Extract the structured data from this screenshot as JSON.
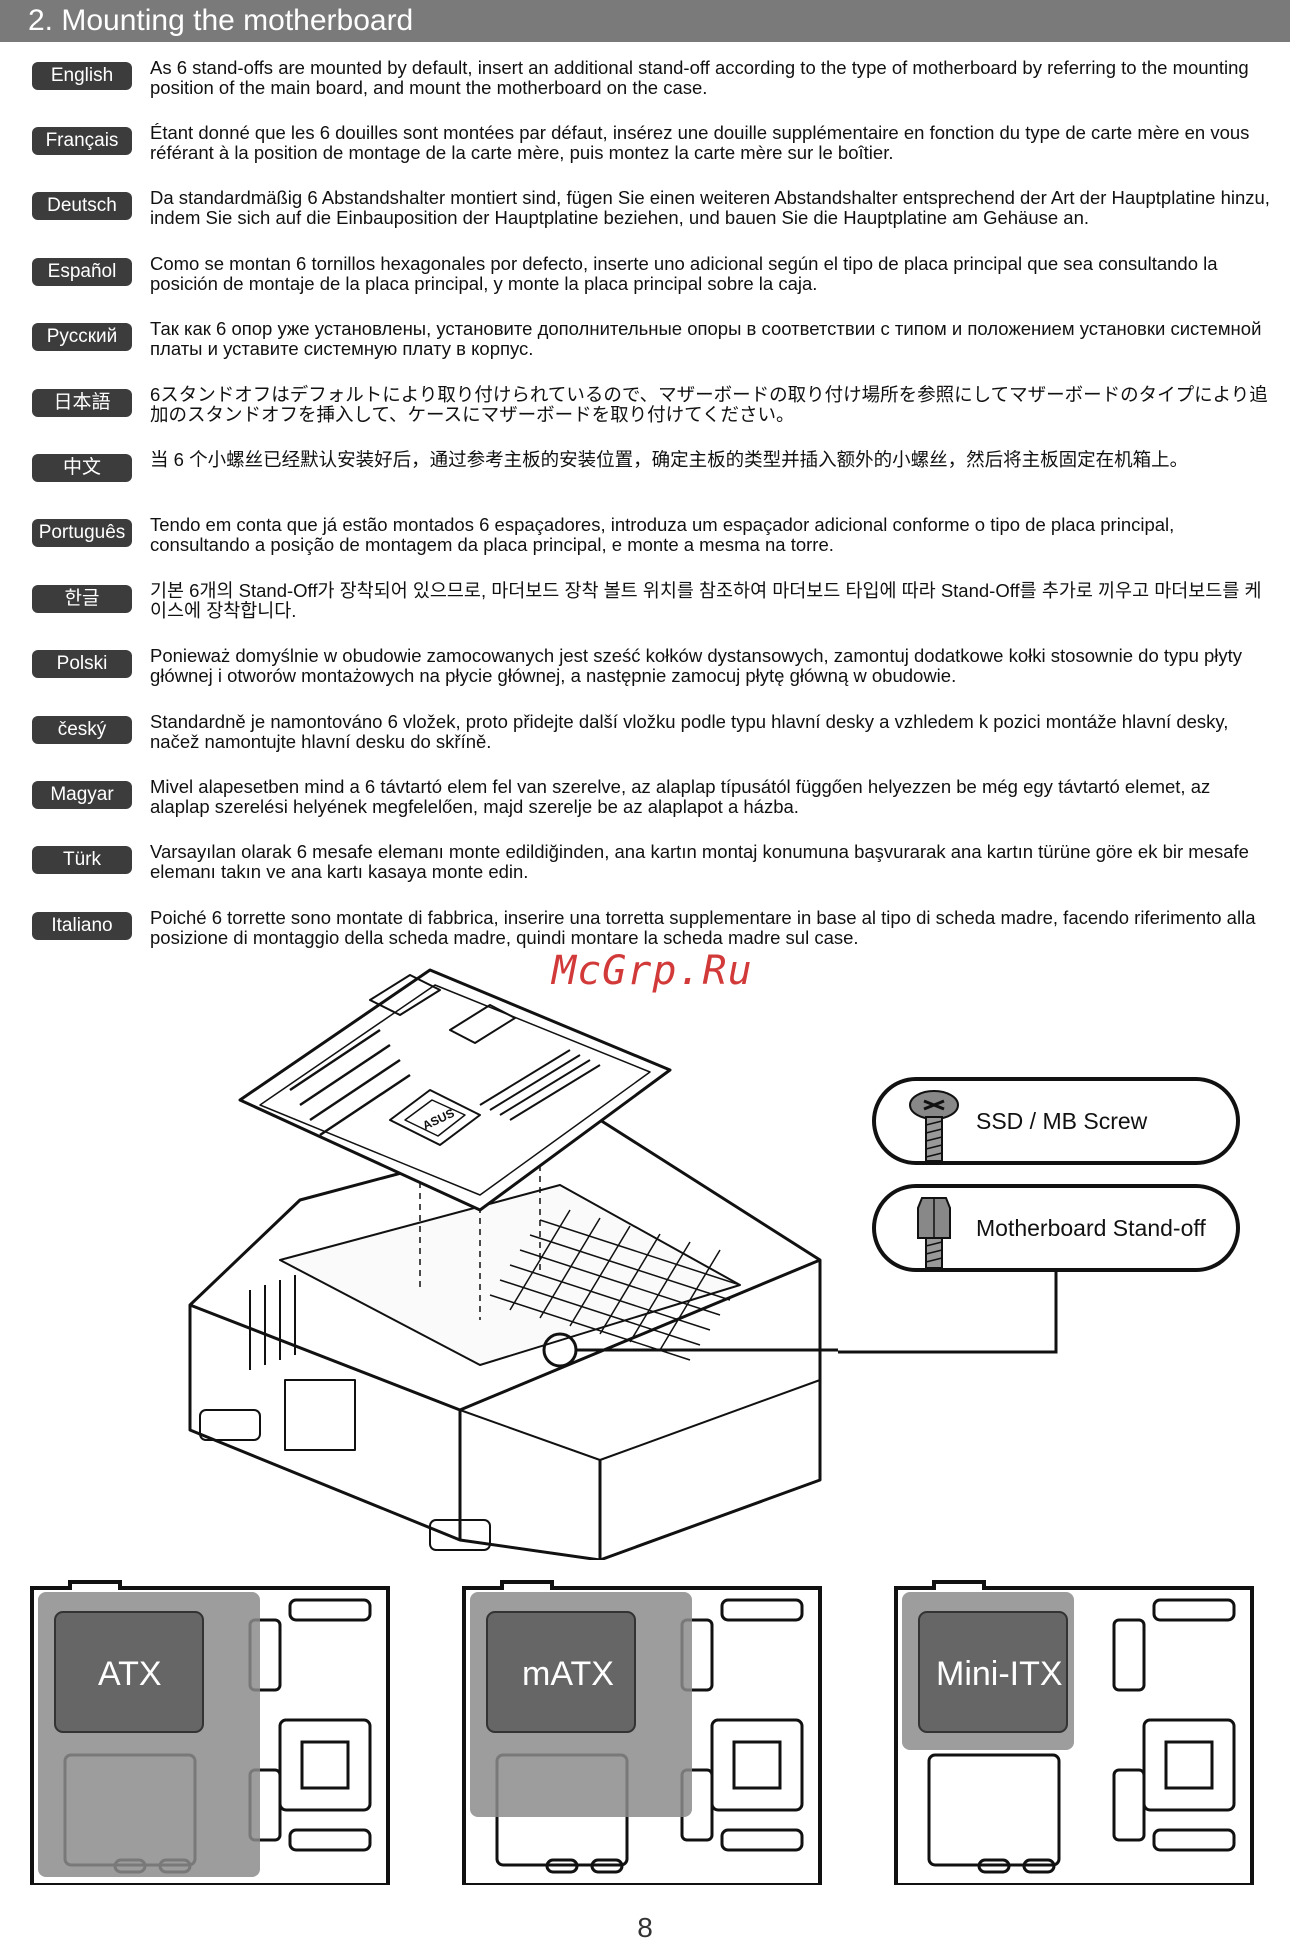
{
  "header": {
    "title": "2. Mounting the motherboard"
  },
  "languages": [
    {
      "label": "English",
      "text": "As 6 stand-offs are mounted by default, insert an additional stand-off according to the type of motherboard by referring to the mounting position of the main board, and mount the motherboard on the case."
    },
    {
      "label": "Français",
      "text": "Étant donné que les 6 douilles sont montées par défaut, insérez une douille supplémentaire en fonction du type de carte mère en vous référant à la position de montage de la carte mère, puis montez la carte mère sur le boîtier."
    },
    {
      "label": "Deutsch",
      "text": "Da standardmäßig 6 Abstandshalter montiert sind, fügen Sie einen weiteren Abstandshalter entsprechend der Art der Hauptplatine hinzu, indem Sie sich auf die Einbauposition der Hauptplatine beziehen, und bauen Sie die Hauptplatine am Gehäuse an."
    },
    {
      "label": "Español",
      "text": "Como se montan 6 tornillos hexagonales por defecto, inserte uno adicional según el tipo de placa principal que sea consultando la posición de montaje de la placa principal, y monte la placa principal sobre la caja."
    },
    {
      "label": "Русский",
      "text": "Так как 6 опор уже установлены, установите дополнительные опоры в соответствии с типом и положением установки системной платы и уставите системную плату в корпус."
    },
    {
      "label": "日本語",
      "text": "6スタンドオフはデフォルトにより取り付けられているので、マザーボードの取り付け場所を参照にしてマザーボードのタイプにより追加のスタンドオフを挿入して、ケースにマザーボードを取り付けてください。"
    },
    {
      "label": "中文",
      "text": "当 6 个小螺丝已经默认安装好后，通过参考主板的安装位置，确定主板的类型并插入额外的小螺丝，然后将主板固定在机箱上。"
    },
    {
      "label": "Português",
      "text": "Tendo em conta que já estão montados 6 espaçadores, introduza um espaçador adicional conforme o tipo de placa principal, consultando a posição de montagem da placa principal, e monte a mesma na torre."
    },
    {
      "label": "한글",
      "text": "기본 6개의 Stand-Off가 장착되어 있으므로, 마더보드 장착 볼트 위치를 참조하여 마더보드 타입에 따라 Stand-Off를 추가로 끼우고 마더보드를 케이스에 장착합니다."
    },
    {
      "label": "Polski",
      "text": "Ponieważ domyślnie w obudowie zamocowanych jest sześć kołków dystansowych, zamontuj dodatkowe kołki stosownie do typu płyty głównej i otworów montażowych na płycie głównej, a następnie zamocuj płytę główną w obudowie."
    },
    {
      "label": "český",
      "text": "Standardně je namontováno 6 vložek, proto přidejte další vložku podle typu hlavní desky a vzhledem k pozici montáže hlavní desky, načež namontujte hlavní desku do skříně."
    },
    {
      "label": "Magyar",
      "text": "Mivel alapesetben mind a 6 távtartó elem fel van szerelve, az alaplap típusától függően helyezzen be még egy távtartó elemet, az alaplap szerelési helyének megfelelően, majd szerelje be az alaplapot a házba."
    },
    {
      "label": "Türk",
      "text": "Varsayılan olarak 6 mesafe elemanı monte edildiğinden, ana kartın montaj konumuna başvurarak ana kartın türüne göre ek bir mesafe elemanı takın ve ana kartı kasaya monte edin."
    },
    {
      "label": "Italiano",
      "text": "Poiché 6 torrette sono montate di fabbrica, inserire una torretta supplementare in base al tipo di scheda madre, facendo riferimento alla posizione di montaggio della scheda madre, quindi montare la scheda madre sul case."
    }
  ],
  "watermark": "McGrp.Ru",
  "callouts": [
    {
      "label": "SSD / MB Screw",
      "icon": "screw-icon"
    },
    {
      "label": "Motherboard Stand-off",
      "icon": "standoff-icon"
    }
  ],
  "board_types": [
    "ATX",
    "mATX",
    "Mini-ITX"
  ],
  "board_brand": "ASUS",
  "page_number": "8"
}
